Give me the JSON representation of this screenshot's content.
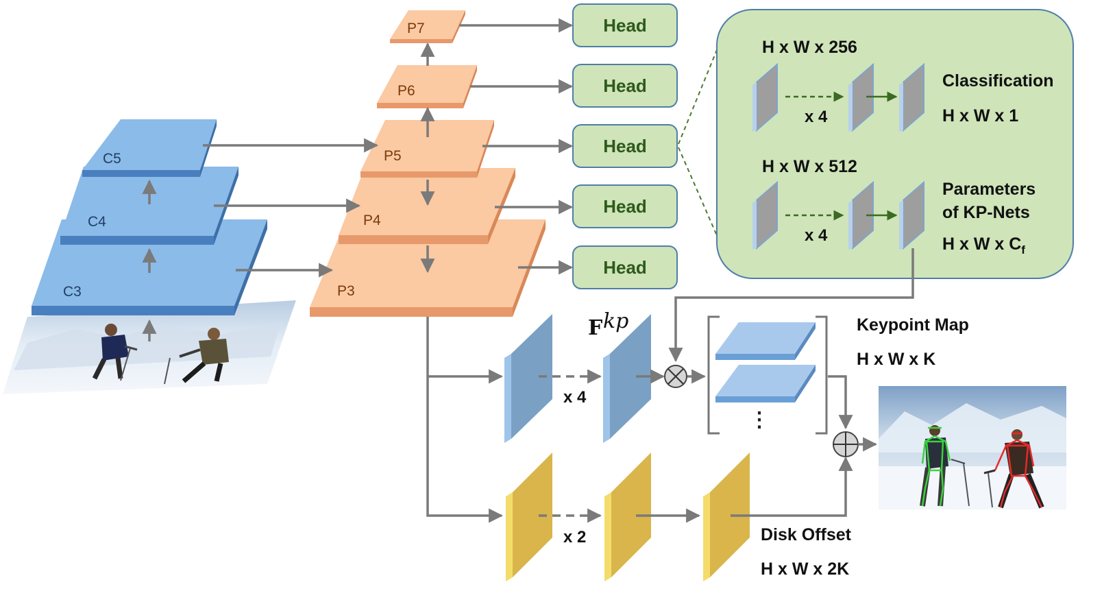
{
  "backbone": {
    "c5": "C5",
    "c4": "C4",
    "c3": "C3"
  },
  "fpn": {
    "p7": "P7",
    "p6": "P6",
    "p5": "P5",
    "p4": "P4",
    "p3": "P3"
  },
  "heads": [
    "Head",
    "Head",
    "Head",
    "Head",
    "Head"
  ],
  "head_detail": {
    "cls_shape": "H x W x 256",
    "cls_repeat": "x 4",
    "cls_label": "Classification",
    "cls_out": "H x W x 1",
    "param_shape": "H x W x 512",
    "param_repeat": "x 4",
    "param_label_1": "Parameters",
    "param_label_2": "of KP-Nets",
    "param_out_main": "H x W x C",
    "param_out_sub": "f"
  },
  "keypoint_branch": {
    "repeat": "x 4",
    "feature_symbol": "F",
    "feature_sub": "kp",
    "map_label": "Keypoint Map",
    "map_shape": "H x W x K",
    "ellipsis": "⋮"
  },
  "offset_branch": {
    "repeat": "x 2",
    "label": "Disk Offset",
    "shape": "H x W x 2K"
  },
  "colors": {
    "blue_top": "#8bbbe8",
    "blue_side": "#4a7fbf",
    "orange_top": "#fbc9a2",
    "orange_side": "#e7996b",
    "green_box": "#cfe4b9",
    "green_border": "#4f7ea6",
    "gold": "#d9b54b",
    "gold_edge": "#f4dc6b",
    "arrow": "#7a7a7a"
  }
}
